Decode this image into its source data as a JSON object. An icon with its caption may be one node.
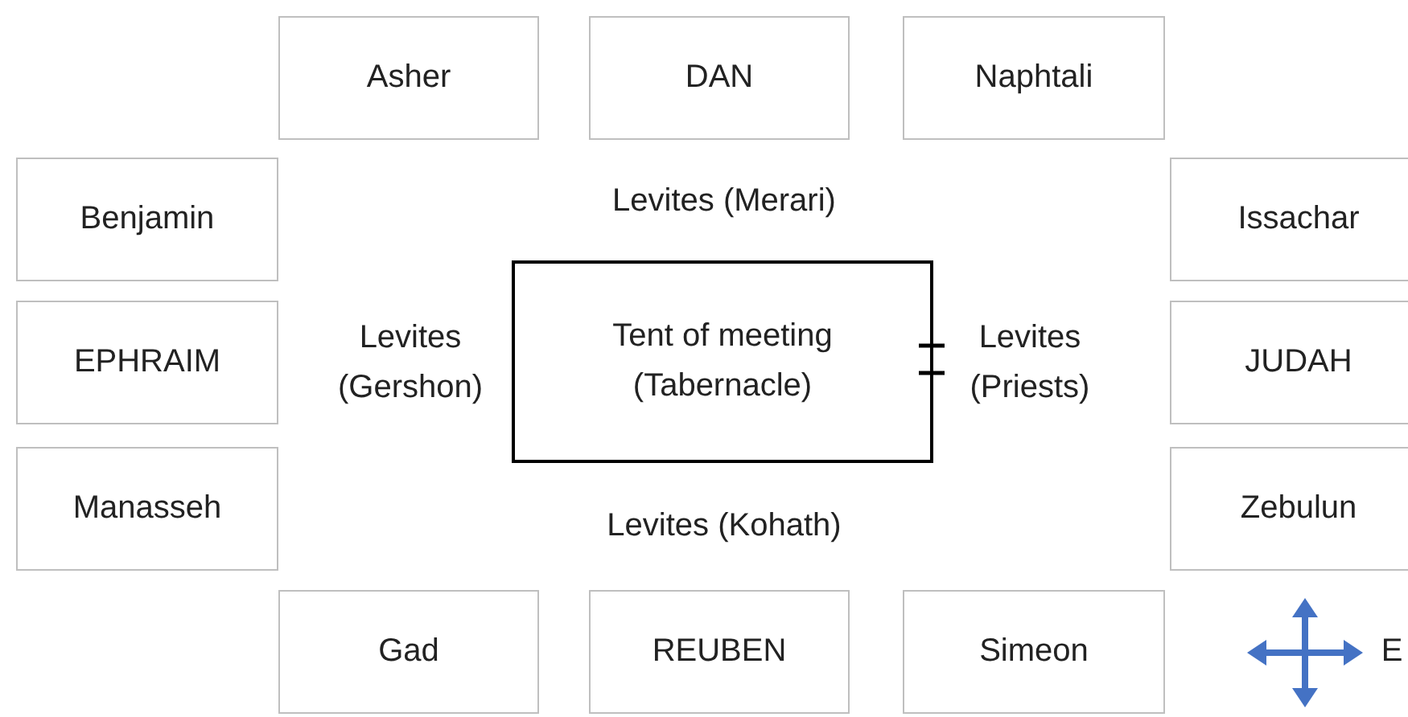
{
  "diagram": {
    "nodes": [
      {
        "text": [
          "Asher"
        ]
      },
      {
        "text": [
          "DAN"
        ]
      },
      {
        "text": [
          "Naphtali"
        ]
      },
      {
        "text": [
          "Benjamin"
        ]
      },
      {
        "text": [
          "Issachar"
        ]
      },
      {
        "text": [
          "EPHRAIM"
        ]
      },
      {
        "text": [
          "Tent of meeting (Tabernacle)"
        ]
      },
      {
        "text": [
          "JUDAH"
        ]
      },
      {
        "text": [
          "Manasseh"
        ]
      },
      {
        "text": [
          "Zebulun"
        ]
      },
      {
        "text": [
          "Gad"
        ]
      },
      {
        "text": [
          "REUBEN"
        ]
      },
      {
        "text": [
          "Simeon"
        ]
      }
    ],
    "labels": [
      "Levites (Merari)",
      "Levites (Gershon)",
      "Levites (Priests)",
      "Levites (Kohath)",
      "E"
    ]
  }
}
